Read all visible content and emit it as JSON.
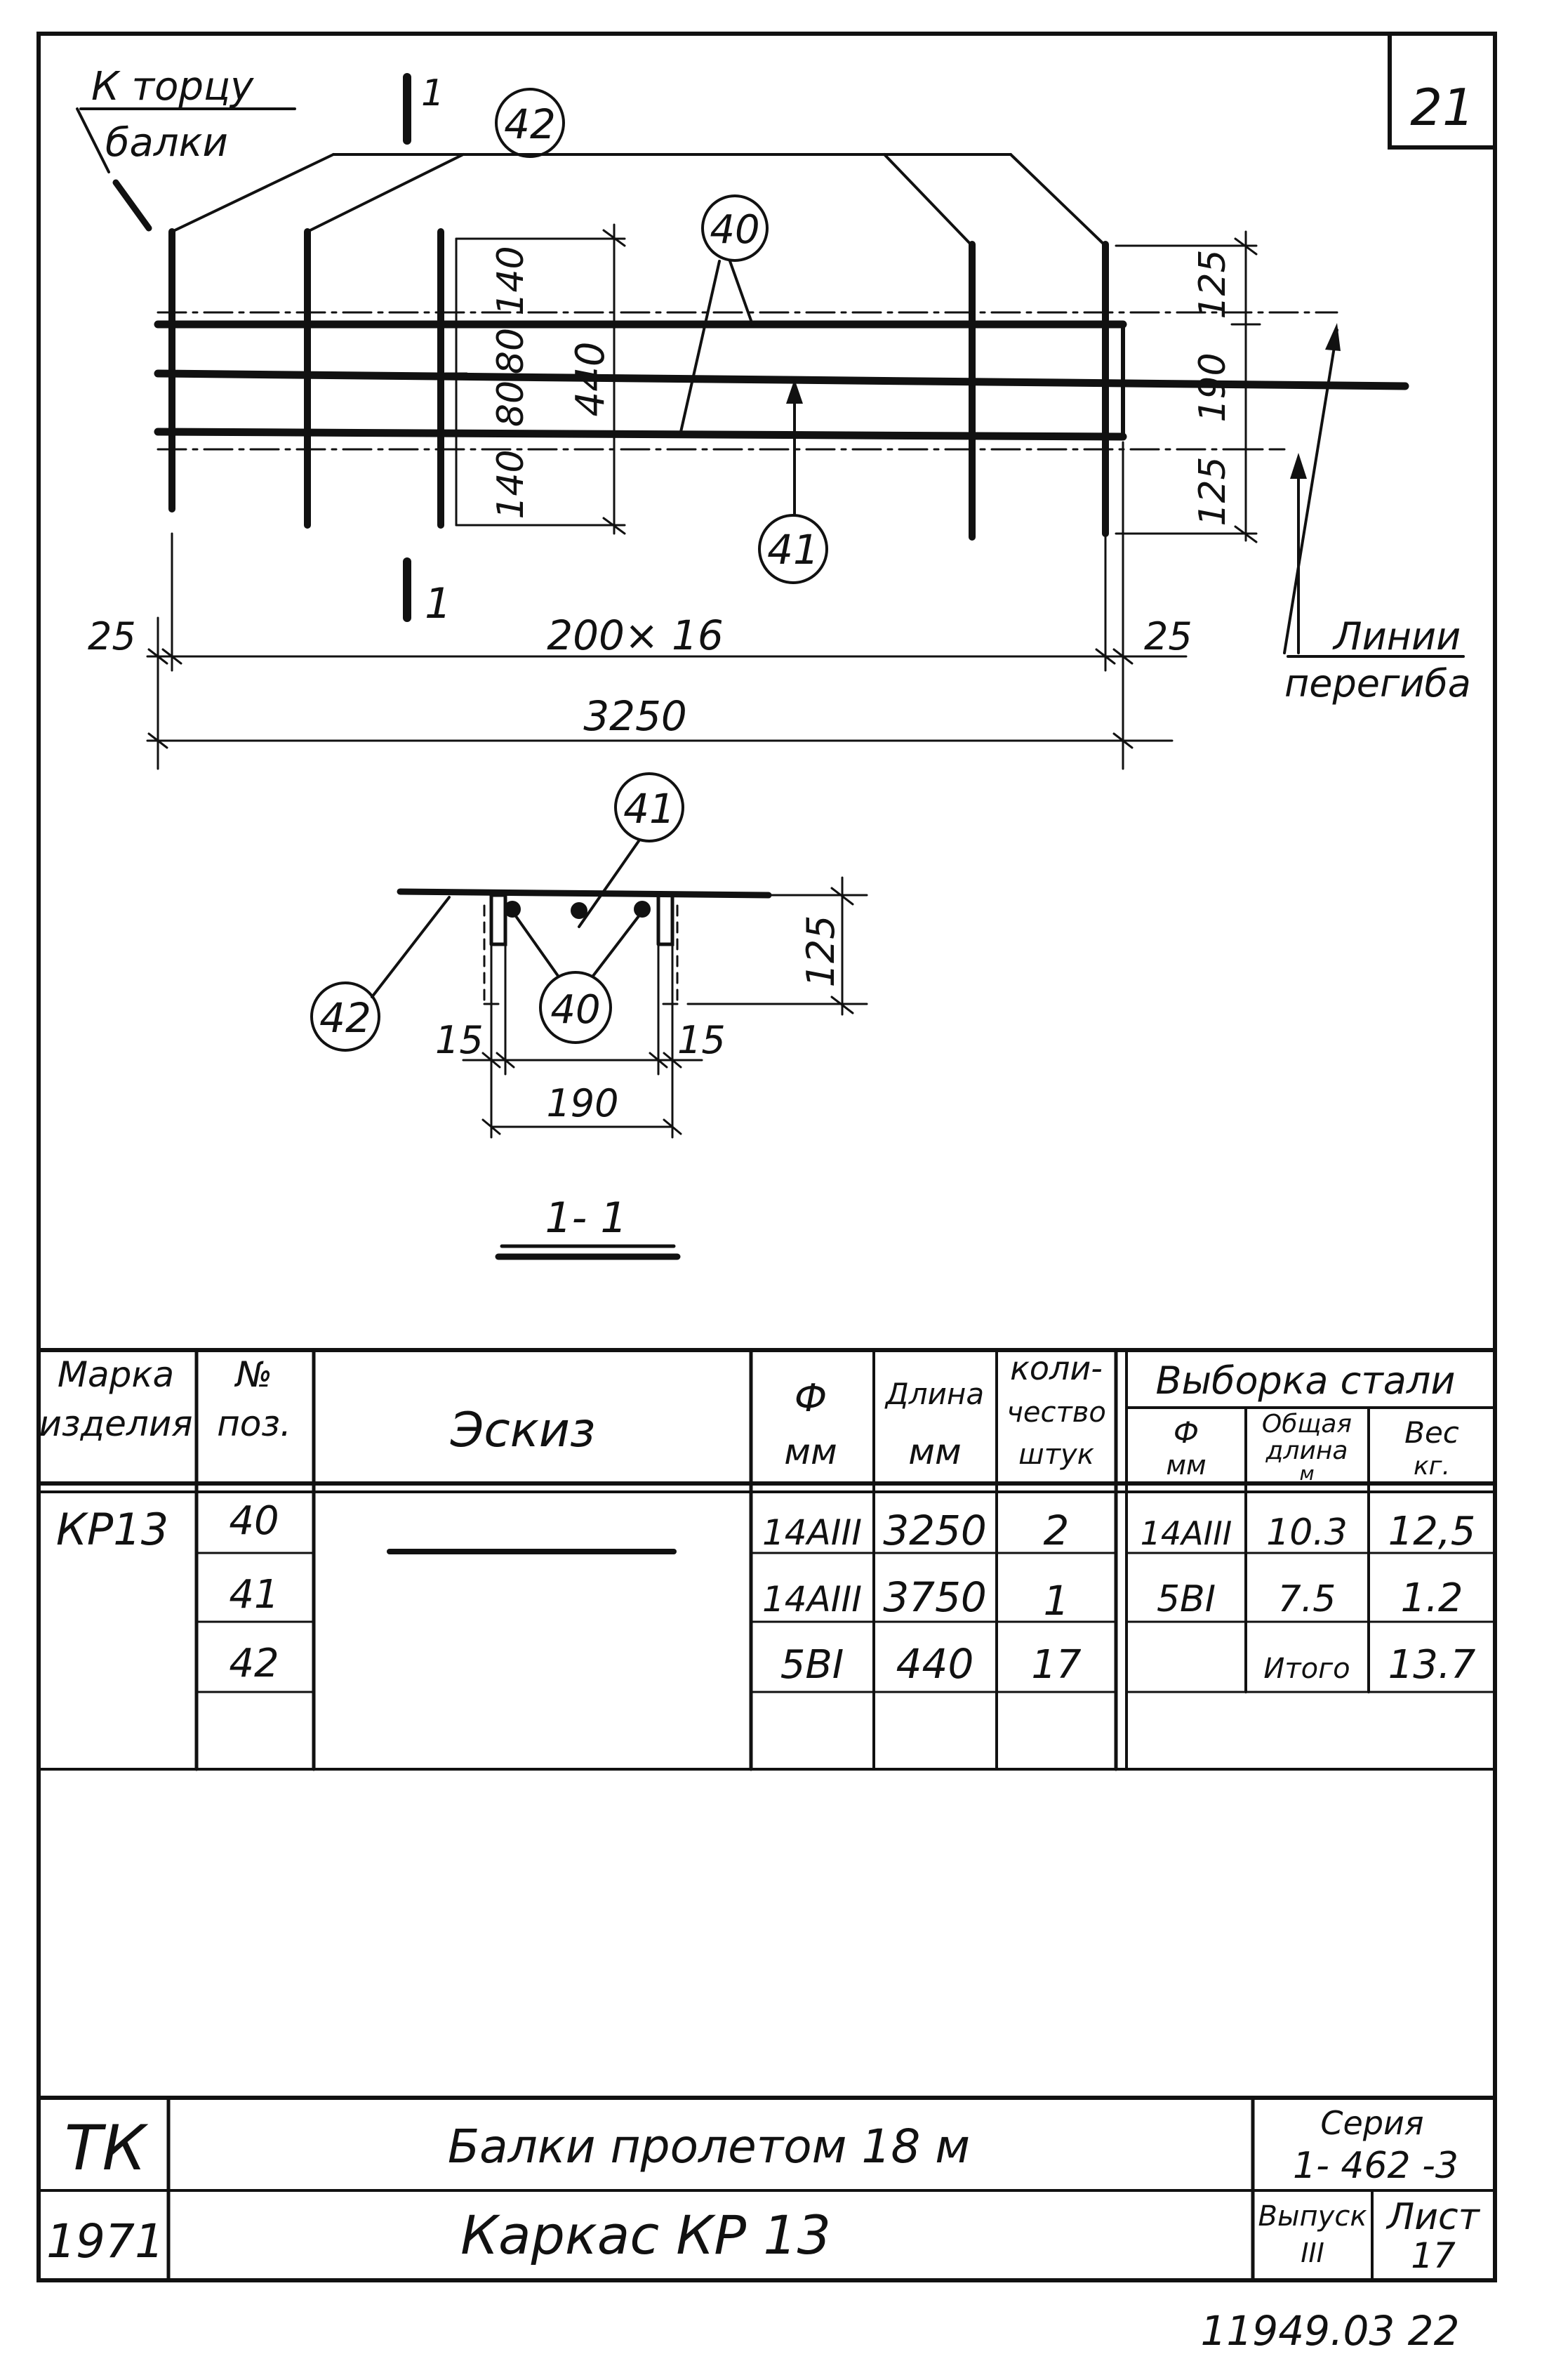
{
  "sheet_number": "21",
  "drawing": {
    "to_beam_end_line1": "К торцу",
    "to_beam_end_line2": "балки",
    "section_mark": "1",
    "callout_40": "40",
    "callout_41": "41",
    "callout_42": "42",
    "dim_140_top": "140",
    "dim_80_top": "80",
    "dim_80_bottom": "80",
    "dim_140_bottom": "140",
    "dim_440": "440",
    "dim_125_top": "125",
    "dim_190": "190",
    "dim_125_bottom": "125",
    "dim_25_left": "25",
    "dim_25_right": "25",
    "dim_spacing": "200× 16",
    "dim_total": "3250",
    "bend_lines_line1": "Линии",
    "bend_lines_line2": "перегиба"
  },
  "section": {
    "callout_41": "41",
    "callout_40": "40",
    "callout_42": "42",
    "dim_125": "125",
    "dim_15_left": "15",
    "dim_15_right": "15",
    "dim_190": "190",
    "title": "1- 1"
  },
  "spec_table": {
    "headers": {
      "mark_line1": "Марка",
      "mark_line2": "изделия",
      "pos_line1": "№",
      "pos_line2": "поз.",
      "sketch": "Эскиз",
      "diam_line1": "Ф",
      "diam_line2": "мм",
      "length_line1": "Длина",
      "length_line2": "мм",
      "qty_line1": "коли-",
      "qty_line2": "чество",
      "qty_line3": "штук",
      "steel_group": "Выборка стали",
      "steel_diam_line1": "Ф",
      "steel_diam_line2": "мм",
      "steel_total_line1": "Общая",
      "steel_total_line2": "длина",
      "steel_total_line3": "м",
      "steel_weight_line1": "Вес",
      "steel_weight_line2": "кг."
    },
    "mark": "КР13",
    "rows": [
      {
        "pos": "40",
        "diam": "14АIII",
        "length": "3250",
        "qty": "2"
      },
      {
        "pos": "41",
        "diam": "14АIII",
        "length": "3750",
        "qty": "1"
      },
      {
        "pos": "42",
        "diam": "5ВI",
        "length": "440",
        "qty": "17"
      }
    ],
    "steel": [
      {
        "diam": "14АIII",
        "total_length": "10.3",
        "weight": "12,5"
      },
      {
        "diam": "5ВI",
        "total_length": "7.5",
        "weight": "1.2"
      },
      {
        "diam": "",
        "total_length": "Итого",
        "weight": "13.7"
      }
    ]
  },
  "title_block": {
    "org": "ТК",
    "year": "1971",
    "title_line1": "Балки пролетом 18 м",
    "title_line2": "Каркас КР 13",
    "series_label": "Серия",
    "series_value": "1- 462 -3",
    "issue_label": "Выпуск",
    "issue_value": "III",
    "sheet_label": "Лист",
    "sheet_value": "17"
  },
  "archive_number": "11949.03 22"
}
